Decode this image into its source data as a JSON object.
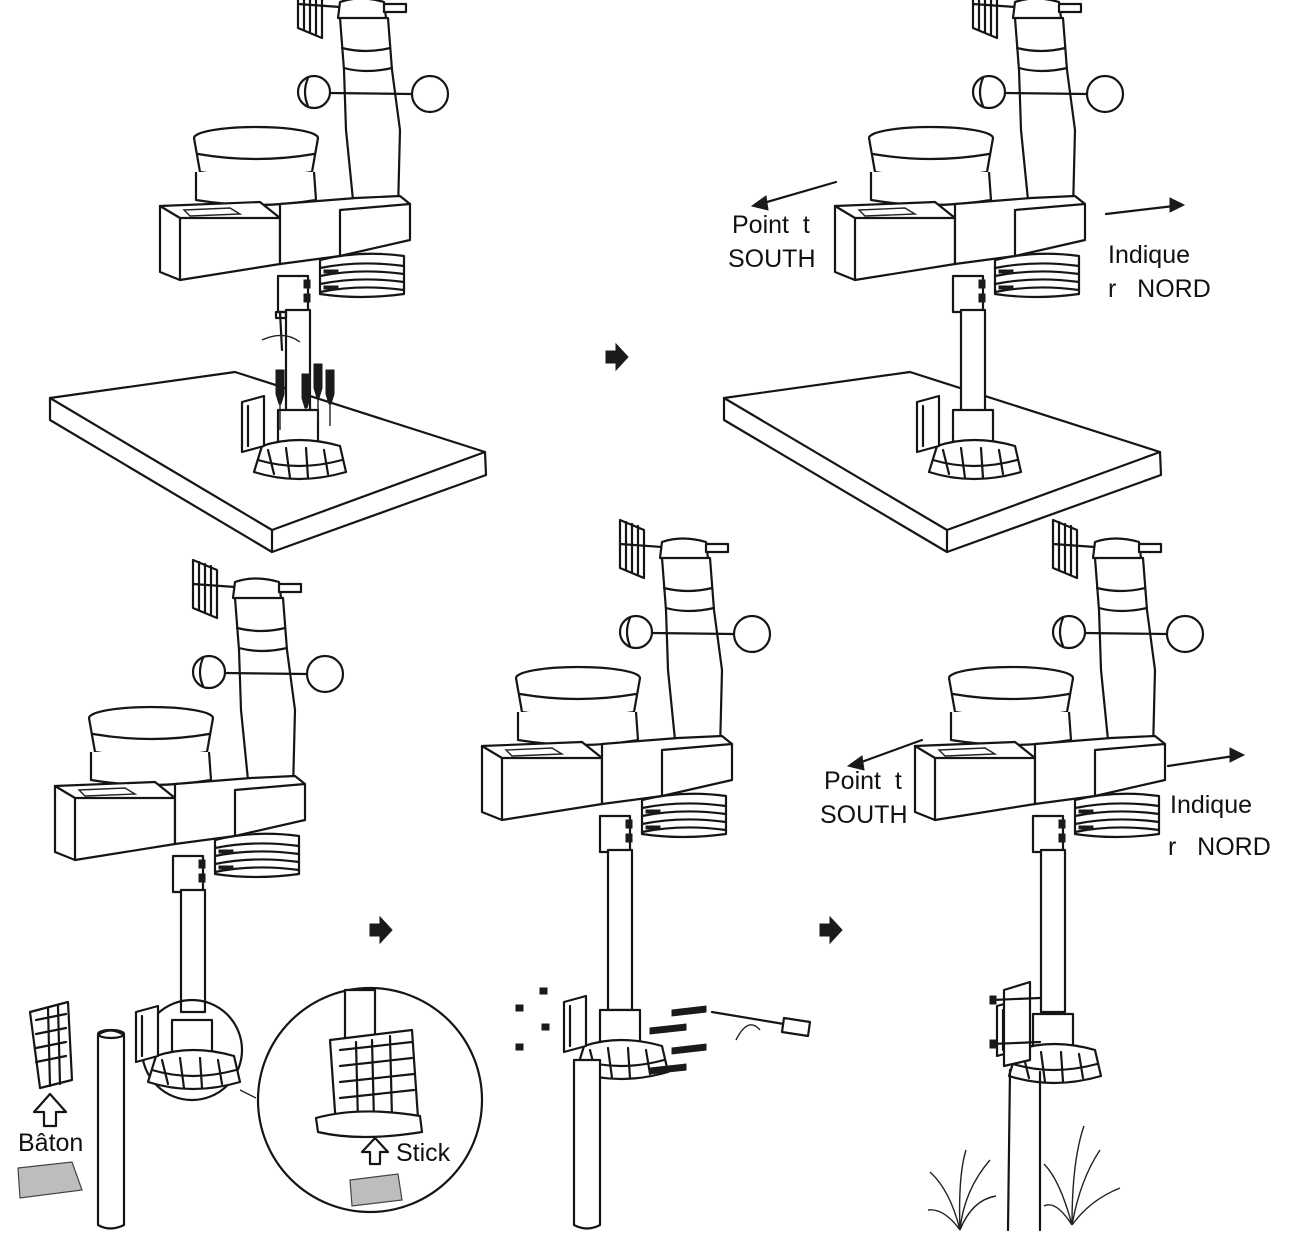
{
  "labels": {
    "point_to_1": "Point  t",
    "south_1": "SOUTH",
    "indique_1": "Indique",
    "nord_1": "r   NORD",
    "point_to_2": "Point  t",
    "south_2": "SOUTH",
    "indique_2": "Indique",
    "nord_2": "r   NORD",
    "baton": "Bâton",
    "stick": "Stick"
  },
  "icons": {
    "step_arrow": "right-arrow-icon",
    "up_arrow": "up-arrow-outline-icon"
  },
  "colors": {
    "ink": "#151515",
    "pad": "#bdbdbd",
    "background": "#ffffff"
  }
}
